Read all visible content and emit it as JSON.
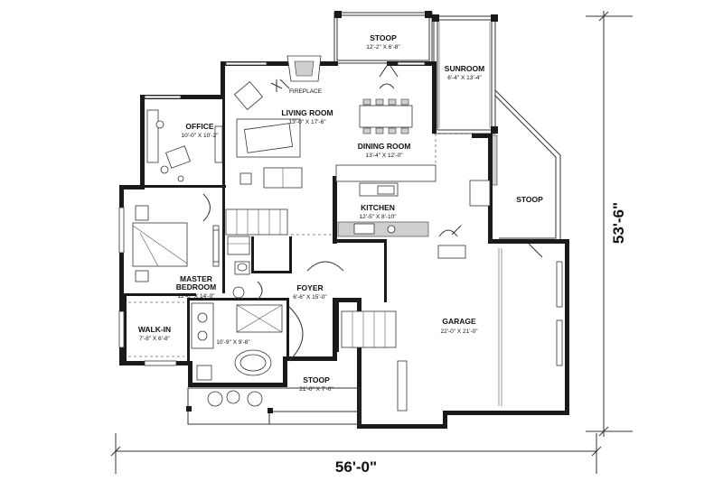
{
  "rooms": {
    "stoop_top": {
      "name": "STOOP",
      "dim": "12'-2\" X 6'-8\""
    },
    "sunroom": {
      "name": "SUNROOM",
      "dim": "6'-4\" X 13'-4\""
    },
    "office": {
      "name": "OFFICE",
      "dim": "10'-0\" X 10'-2\""
    },
    "living_room": {
      "name": "LIVING ROOM",
      "dim": "13'-0\" X 17'-6\""
    },
    "dining_room": {
      "name": "DINING ROOM",
      "dim": "13'-4\" X 12'-0\""
    },
    "stoop_side": {
      "name": "STOOP"
    },
    "kitchen": {
      "name": "KITCHEN",
      "dim": "12'-5\" X 8'-10\""
    },
    "master_bedroom": {
      "name_line1": "MASTER",
      "name_line2": "BEDROOM",
      "dim": "12'-0\" X 14'-0\""
    },
    "foyer": {
      "name": "FOYER",
      "dim": "6'-6\" X 15'-0\""
    },
    "garage": {
      "name": "GARAGE",
      "dim": "22'-0\" X 21'-0\""
    },
    "walk_in": {
      "name": "WALK-IN",
      "dim": "7'-8\" X 6'-8\""
    },
    "bathroom": {
      "dim": "10'-9\" X 9'-8\""
    },
    "stoop_front": {
      "name": "STOOP",
      "dim": "21'-0\" X 7'-0\""
    }
  },
  "labels": {
    "fireplace": "FIREPLACE"
  },
  "dimensions": {
    "overall_width": "56'-0\"",
    "overall_depth": "53'-6\""
  }
}
